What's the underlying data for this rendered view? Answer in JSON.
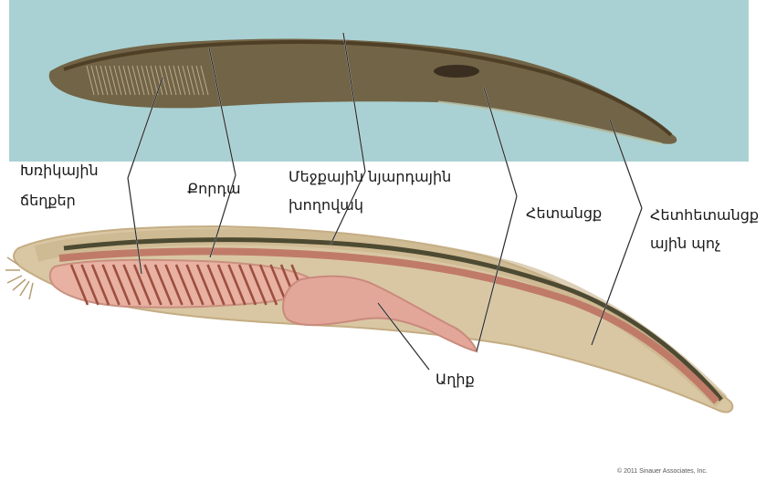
{
  "labels": {
    "gill_slits_line1": "Խռիկային",
    "gill_slits_line2": "ճեղքեր",
    "notochord": "Քորդա",
    "nerve_cord_line1": "Մեջքային նյարդային",
    "nerve_cord_line2": "խողովակ",
    "anus": "Հետանցք",
    "tail_line1": "Հետհետանցք",
    "tail_line2": "ային պոչ",
    "gut": "Աղիք"
  },
  "copyright": "© 2011 Sinauer Associates, Inc.",
  "colors": {
    "photo_background": "#a9d1d3",
    "body_tan": "#d9c7a3",
    "muscle_band": "#c7b088",
    "notochord": "#c7a08a",
    "nerve_cord": "#4d4a32",
    "pharynx": "#e8b1a1",
    "gill_bars": "#9c4f3f",
    "leader_lines": "#ffffff"
  }
}
